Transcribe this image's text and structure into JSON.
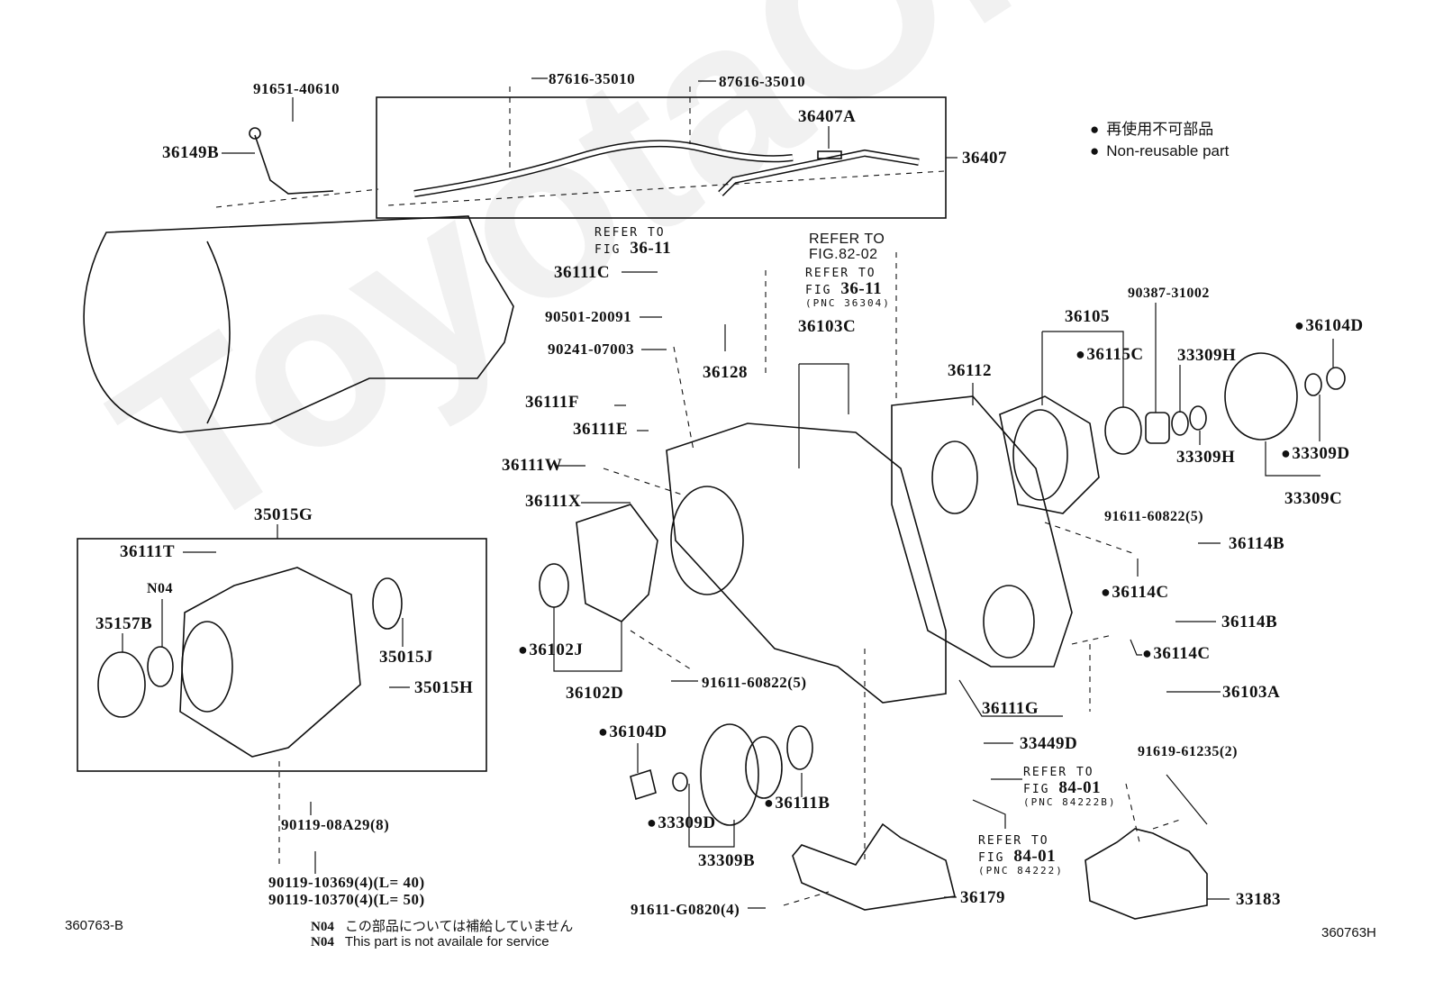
{
  "watermark": "ToyotaOnline.ru",
  "legend": {
    "items": [
      "再使用不可部品",
      "Non-reusable part"
    ]
  },
  "labels": {
    "p91651": "91651-40610",
    "p87616a": "87616-35010",
    "p87616b": "87616-35010",
    "p36149B": "36149B",
    "p36407A": "36407A",
    "p36407": "36407",
    "p36111C": "36111C",
    "p90501": "90501-20091",
    "p90241": "90241-07003",
    "p36128": "36128",
    "p36103C": "36103C",
    "p36112": "36112",
    "p36105": "36105",
    "p90387": "90387-31002",
    "p36104D_top": "36104D",
    "p36115C": "36115C",
    "p33309H_a": "33309H",
    "p33309H_b": "33309H",
    "p33309D_top": "33309D",
    "p33309C": "33309C",
    "p36111F": "36111F",
    "p36111E": "36111E",
    "p36111W": "36111W",
    "p36111X": "36111X",
    "p35015G": "35015G",
    "p36111T": "36111T",
    "pN04": "N04",
    "p35157B": "35157B",
    "p35015J": "35015J",
    "p35015H": "35015H",
    "p36102J": "36102J",
    "p36102D": "36102D",
    "p91611_60822_a": "91611-60822(5)",
    "p91611_60822_b": "91611-60822(5)",
    "p36114B_a": "36114B",
    "p36114C_a": "36114C",
    "p36114B_b": "36114B",
    "p36114C_b": "36114C",
    "p36103A": "36103A",
    "p36111G": "36111G",
    "p33449D": "33449D",
    "p91619": "91619-61235(2)",
    "p33183": "33183",
    "p36104D_bot": "36104D",
    "p33309D_bot": "33309D",
    "p33309B": "33309B",
    "p36111B": "36111B",
    "p36179": "36179",
    "p91611_G0820": "91611-G0820(4)",
    "p90119_08A29": "90119-08A29(8)",
    "p90119_10369": "90119-10369(4)(L= 40)",
    "p90119_10370": "90119-10370(4)(L= 50)"
  },
  "refs": {
    "r36_11_top": {
      "line1": "REFER TO",
      "line2": "FIG",
      "fig": "36-11"
    },
    "r82_02": {
      "line1": "REFER TO",
      "line2": "FIG.82-02"
    },
    "r36_11_pnc": {
      "line1": "REFER TO",
      "line2": "FIG",
      "fig": "36-11",
      "line3": "(PNC 36304)"
    },
    "r84_01_b": {
      "line1": "REFER TO",
      "line2": "FIG",
      "fig": "84-01",
      "line3": "(PNC 84222B)"
    },
    "r84_01": {
      "line1": "REFER TO",
      "line2": "FIG",
      "fig": "84-01",
      "line3": "(PNC 84222)"
    }
  },
  "footer": {
    "left_code": "360763-B",
    "right_code": "360763H",
    "notes": [
      {
        "code": "N04",
        "text": "この部品については補給していません"
      },
      {
        "code": "N04",
        "text": "This part is not availale for service"
      }
    ]
  }
}
